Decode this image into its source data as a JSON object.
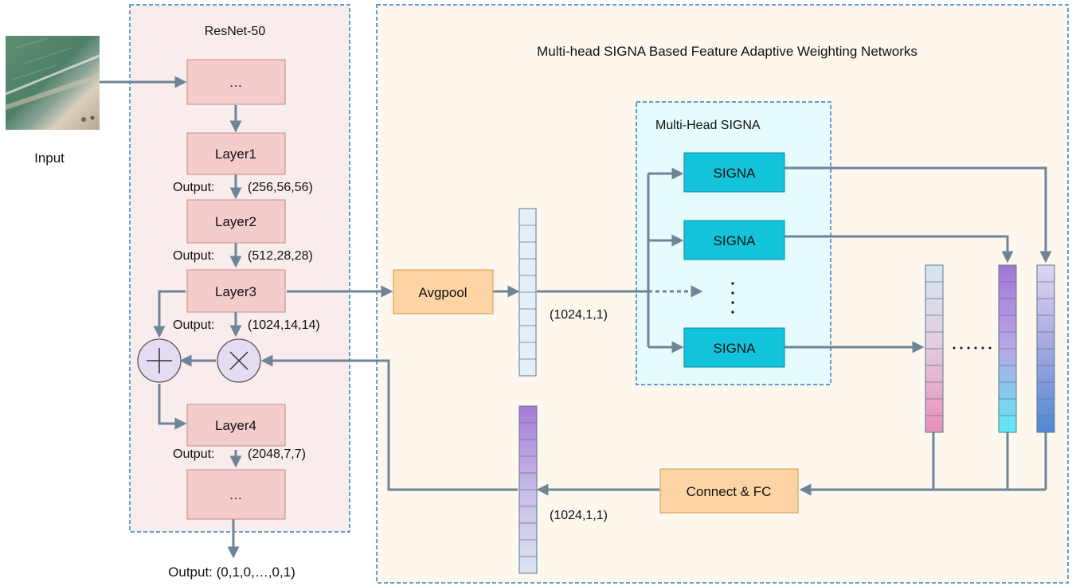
{
  "input": {
    "label": "Input"
  },
  "resnet": {
    "title": "ResNet-50",
    "ellipsis_top": "…",
    "ellipsis_bottom": "…",
    "layers": [
      {
        "label": "Layer1",
        "output_prefix": "Output:",
        "output_shape": "(256,56,56)"
      },
      {
        "label": "Layer2",
        "output_prefix": "Output:",
        "output_shape": "(512,28,28)"
      },
      {
        "label": "Layer3",
        "output_prefix": "Output:",
        "output_shape": "(1024,14,14)"
      },
      {
        "label": "Layer4",
        "output_prefix": "Output:",
        "output_shape": "(2048,7,7)"
      }
    ],
    "final_output": "Output: (0,1,0,…,0,1)",
    "add_symbol": "+",
    "multiply_symbol": "×"
  },
  "module": {
    "title": "Multi-head SIGNA Based Feature Adaptive Weighting Networks",
    "avgpool_label": "Avgpool",
    "pooled_shape": "(1024,1,1)",
    "fc_label": "Connect & FC",
    "weight_shape": "(1024,1,1)",
    "multihead": {
      "title": "Multi-Head SIGNA",
      "heads": [
        "SIGNA",
        "SIGNA",
        "SIGNA"
      ],
      "vertical_ellipsis": "⋮"
    },
    "horizontal_ellipsis": "……"
  },
  "colors": {
    "resnet_bg": "#f9ecec",
    "layer_fill": "#f4cccc",
    "layer_stroke": "#c98a8a",
    "module_border": "#2f7fc1",
    "multihead_bg": "#e5fbfd",
    "signa_fill": "#12c3d9",
    "signa_stroke": "#0b8ea0",
    "orange_fill": "#fdd4a3",
    "orange_stroke": "#d79350",
    "arrow": "#6d8596",
    "op_fill": "#e3dcf2",
    "vec_blue_fill": "#e6eef9"
  }
}
